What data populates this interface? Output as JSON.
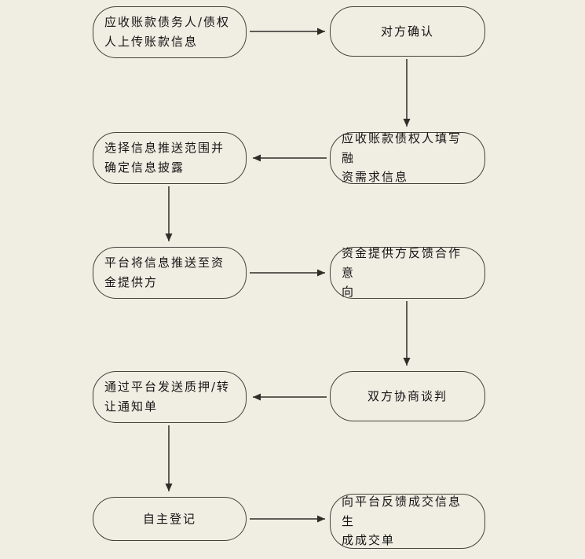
{
  "diagram": {
    "type": "flowchart",
    "colors": {
      "background": "#f0eee3",
      "node_fill": "#f0eee3",
      "node_border": "#45443c",
      "arrow": "#2e2d28",
      "text": "#141414"
    },
    "nodes": [
      {
        "id": "upload-receivable-info",
        "label": "应收账款债务人/债权\n人上传账款信息"
      },
      {
        "id": "counterparty-confirm",
        "label": "对方确认"
      },
      {
        "id": "creditor-fill-financing-needs",
        "label": "应收账款债权人填写融\n资需求信息"
      },
      {
        "id": "select-push-scope",
        "label": "选择信息推送范围并\n确定信息披露"
      },
      {
        "id": "platform-push-to-funders",
        "label": "平台将信息推送至资\n金提供方"
      },
      {
        "id": "funder-feedback-intent",
        "label": "资金提供方反馈合作意\n向"
      },
      {
        "id": "negotiation",
        "label": "双方协商谈判"
      },
      {
        "id": "send-pledge-transfer-notice",
        "label": "通过平台发送质押/转\n让通知单"
      },
      {
        "id": "self-registration",
        "label": "自主登记"
      },
      {
        "id": "feedback-deal-info",
        "label": "向平台反馈成交信息生\n成成交单"
      }
    ],
    "edges": [
      {
        "from": "upload-receivable-info",
        "to": "counterparty-confirm"
      },
      {
        "from": "counterparty-confirm",
        "to": "creditor-fill-financing-needs"
      },
      {
        "from": "creditor-fill-financing-needs",
        "to": "select-push-scope"
      },
      {
        "from": "select-push-scope",
        "to": "platform-push-to-funders"
      },
      {
        "from": "platform-push-to-funders",
        "to": "funder-feedback-intent"
      },
      {
        "from": "funder-feedback-intent",
        "to": "negotiation"
      },
      {
        "from": "negotiation",
        "to": "send-pledge-transfer-notice"
      },
      {
        "from": "send-pledge-transfer-notice",
        "to": "self-registration"
      },
      {
        "from": "self-registration",
        "to": "feedback-deal-info"
      }
    ]
  }
}
